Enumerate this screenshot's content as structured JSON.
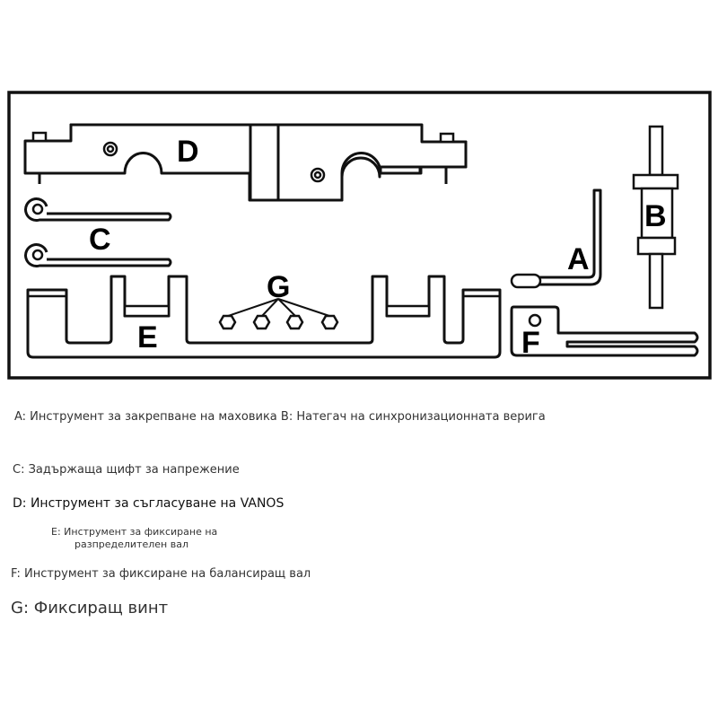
{
  "diagram": {
    "labels": {
      "a": "A",
      "b": "B",
      "c": "C",
      "d": "D",
      "e": "E",
      "f": "F",
      "g": "G"
    },
    "colors": {
      "stroke": "#111111",
      "fill": "#ffffff",
      "text": "#333333"
    }
  },
  "legend": {
    "ab": "A: Инструмент за закрепване на маховика B: Натегач на синхронизационната верига",
    "c": "C: Задържаща щифт за напрежение",
    "d": "D: Инструмент за съгласуване на VANOS",
    "e_line1": "E: Инструмент за фиксиране на",
    "e_line2": "разпределителен вал",
    "f": "F: Инструмент за фиксиране на балансиращ вал",
    "g": "G: Фиксиращ винт"
  }
}
